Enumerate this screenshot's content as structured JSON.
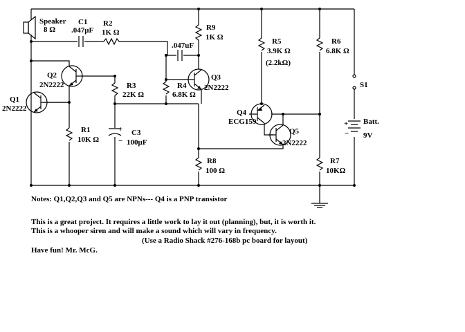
{
  "labels": {
    "speaker": "Speaker",
    "speaker_value": "8 Ω",
    "c1": "C1",
    "c1_value": ".047μF",
    "r2": "R2",
    "r2_value": "1K Ω",
    "c2_value": ".047uF",
    "r9": "R9",
    "r9_value": "1K Ω",
    "r5": "R5",
    "r5_value": "3.9K Ω",
    "r5_alt": "(2.2kΩ)",
    "r6": "R6",
    "r6_value": "6.8K Ω",
    "s1": "S1",
    "q2": "Q2",
    "q2_type": "2N2222",
    "q1": "Q1",
    "q1_type": "2N2222",
    "r3": "R3",
    "r3_value": "22K Ω",
    "r4": "R4",
    "r4_value": "6.8K Ω",
    "q3": "Q3",
    "q3_type": "2N2222",
    "q4": "Q4",
    "q4_type": "ECG159",
    "q5": "Q5",
    "q5_type": "2N2222",
    "r1": "R1",
    "r1_value": "10K Ω",
    "c3": "C3",
    "c3_value": "100μF",
    "batt": "Batt.",
    "batt_value": "9V",
    "r8": "R8",
    "r8_value": "100 Ω",
    "r7": "R7",
    "r7_value": "10KΩ",
    "plus": "+",
    "minus": "−"
  },
  "notes": {
    "line1": "Notes: Q1,Q2,Q3 and Q5 are NPNs--- Q4 is a PNP transistor",
    "line2": "This is a great project. It requires a little work to lay it out (planning), but, it is worth it.",
    "line3": "This is a whooper siren and will make a sound which will vary in frequency.",
    "line4": "(Use a Radio Shack #276-168b pc board for layout)",
    "line5": "Have fun! Mr. McG."
  }
}
